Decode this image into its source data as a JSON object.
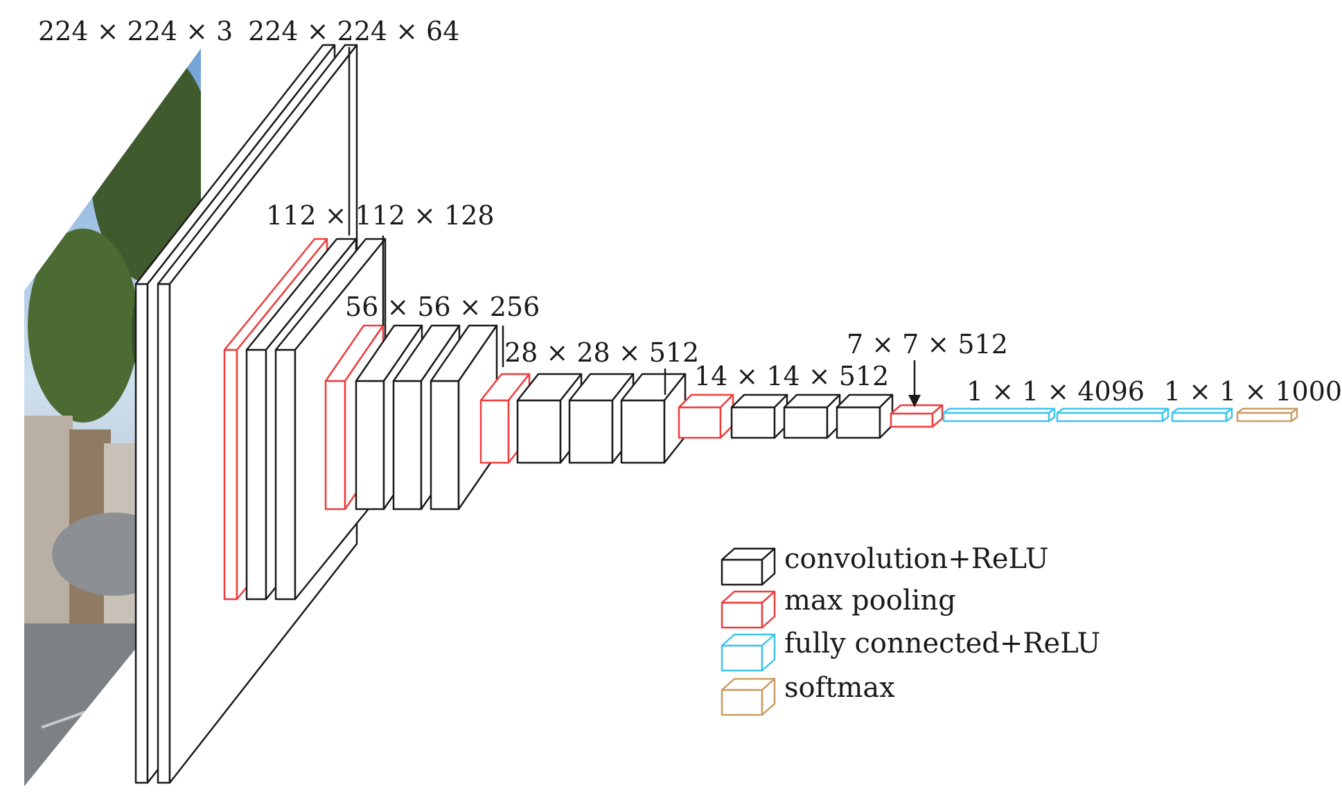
{
  "colors": {
    "conv": "#1a1a1a",
    "pool": "#ef3b3b",
    "fc": "#3fc3ef",
    "softmax": "#c99b62",
    "background": "#ffffff"
  },
  "input_image": {
    "icon": "street-photo-icon",
    "label": "224 × 224 × 3"
  },
  "stages": [
    {
      "id": "block1",
      "label": "224 × 224 × 64"
    },
    {
      "id": "block2",
      "label": "112 × 112 × 128"
    },
    {
      "id": "block3",
      "label": "56 × 56 × 256"
    },
    {
      "id": "block4",
      "label": "28 × 28 × 512"
    },
    {
      "id": "block5",
      "label": "14 × 14 × 512"
    },
    {
      "id": "pool5",
      "label": "7 × 7 × 512"
    },
    {
      "id": "fc",
      "label": "1 × 1 × 4096"
    },
    {
      "id": "out",
      "label": "1 × 1 × 1000"
    }
  ],
  "legend": [
    {
      "type": "conv",
      "label": "convolution+ReLU"
    },
    {
      "type": "pool",
      "label": "max pooling"
    },
    {
      "type": "fc",
      "label": "fully connected+ReLU"
    },
    {
      "type": "softmax",
      "label": "softmax"
    }
  ]
}
